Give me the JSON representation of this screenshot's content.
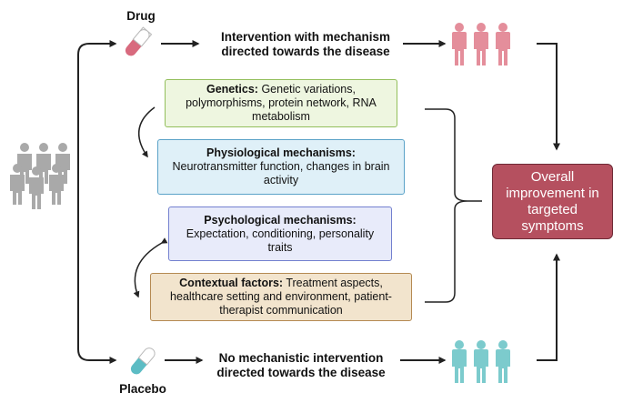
{
  "drug": {
    "label": "Drug",
    "pill_top_color": "#ffffff",
    "pill_bottom_color": "#d86a7e",
    "effect": "Intervention with mechanism directed towards the disease",
    "people_color": "#e48e9b"
  },
  "placebo": {
    "label": "Placebo",
    "pill_top_color": "#ffffff",
    "pill_bottom_color": "#5cbcc4",
    "effect": "No mechanistic intervention directed towards the disease",
    "people_color": "#7ccbcd"
  },
  "population": {
    "icon": "group-of-people-icon",
    "color": "#a9a9a9"
  },
  "factors": [
    {
      "title": "Genetics:",
      "text": "Genetic variations, polymorphisms, protein network, RNA metabolism",
      "fill": "#eef6e0",
      "border": "#93bf5c"
    },
    {
      "title": "Physiological mechanisms:",
      "text": "Neurotransmitter function, changes in brain activity",
      "fill": "#dff0f8",
      "border": "#5aa2c8"
    },
    {
      "title": "Psychological mechanisms:",
      "text": "Expectation, conditioning, personality traits",
      "fill": "#e8ebfa",
      "border": "#7380cf"
    },
    {
      "title": "Contextual factors:",
      "text": "Treatment aspects, healthcare setting and environment, patient-therapist communication",
      "fill": "#f2e4cd",
      "border": "#b58a52"
    }
  ],
  "outcome": {
    "text": "Overall improvement in targeted symptoms",
    "fill": "#b5505f"
  },
  "line_color": "#222222"
}
